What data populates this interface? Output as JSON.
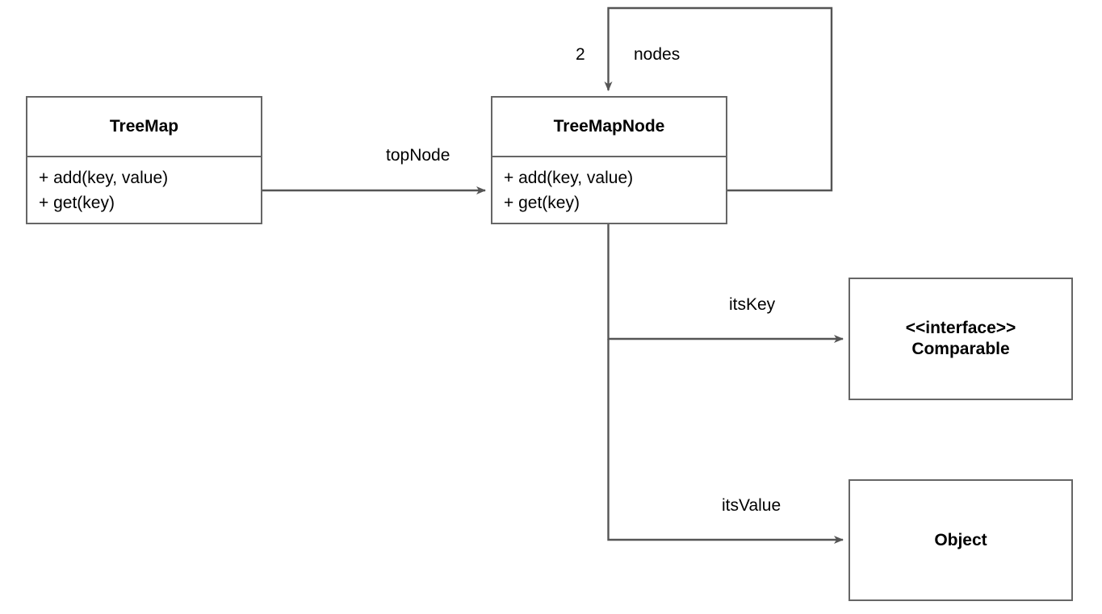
{
  "diagram": {
    "type": "uml-class-diagram",
    "background_color": "#ffffff",
    "line_color": "#666666",
    "text_color": "#000000",
    "classes": [
      {
        "id": "treemap",
        "name": "TreeMap",
        "members": [
          "+ add(key, value)",
          "+ get(key)"
        ]
      },
      {
        "id": "treemapnode",
        "name": "TreeMapNode",
        "members": [
          "+ add(key, value)",
          "+ get(key)"
        ]
      },
      {
        "id": "comparable",
        "stereotype": "<<interface>>",
        "name": "Comparable"
      },
      {
        "id": "object",
        "name": "Object"
      }
    ],
    "edges": [
      {
        "id": "topnode",
        "from": "treemap",
        "to": "treemapnode",
        "label": "topNode",
        "arrow": "open"
      },
      {
        "id": "nodes",
        "from": "treemapnode",
        "to": "treemapnode",
        "label": "nodes",
        "multiplicity": "2",
        "arrow": "open"
      },
      {
        "id": "itskey",
        "from": "treemapnode",
        "to": "comparable",
        "label": "itsKey",
        "arrow": "open"
      },
      {
        "id": "itsvalue",
        "from": "treemapnode",
        "to": "object",
        "label": "itsValue",
        "arrow": "open"
      }
    ]
  }
}
